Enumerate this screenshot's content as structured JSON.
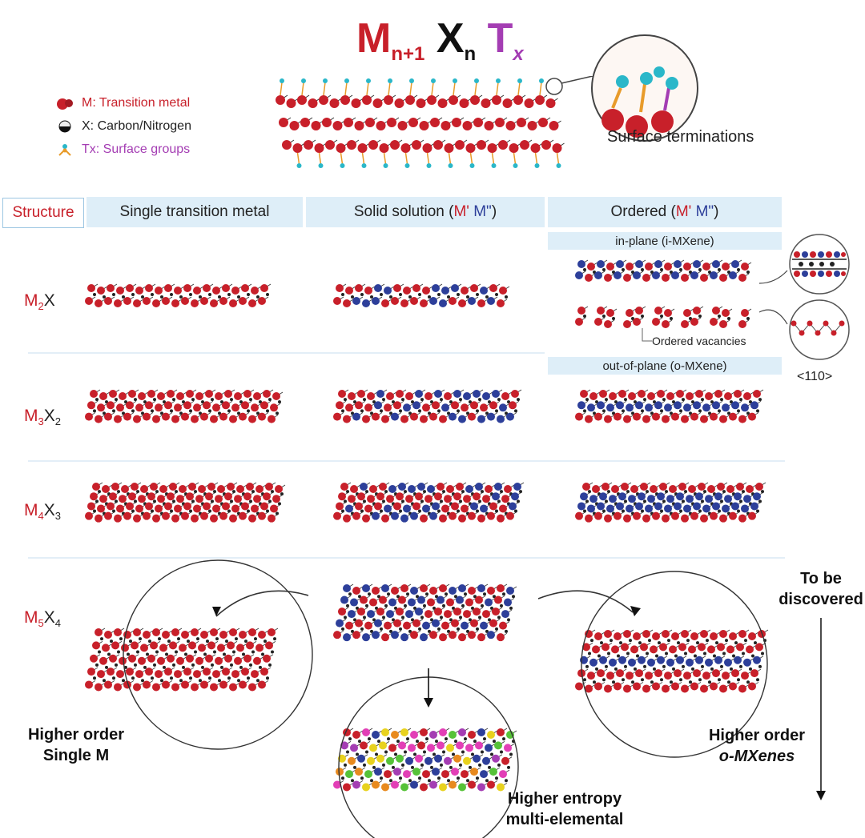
{
  "formula": {
    "M": "M",
    "M_sub": "n+1",
    "X": "X",
    "X_sub": "n",
    "T": "T",
    "T_sub": "x"
  },
  "legend": [
    {
      "icon": "red-sphere-icon",
      "label": "M: Transition metal",
      "color": "#c8202a"
    },
    {
      "icon": "half-black-sphere-icon",
      "label": "X: Carbon/Nitrogen",
      "color": "#222222"
    },
    {
      "icon": "surface-group-icon",
      "label": "Tx: Surface groups",
      "color": "#a43db3"
    }
  ],
  "surface_terminations": "Surface terminations",
  "headers": {
    "structure": "Structure",
    "single": "Single transition metal",
    "solid_prefix": "Solid solution (",
    "solid_m1": "M'",
    "solid_m2": "M\"",
    "solid_suffix": ")",
    "ordered_prefix": "Ordered (",
    "ordered_m1": "M'",
    "ordered_m2": "M\"",
    "ordered_suffix": ")",
    "in_plane": "in-plane (i-MXene)",
    "out_of_plane": "out-of-plane (o-MXene)"
  },
  "rows": [
    {
      "M": "M",
      "M_sub": "2",
      "X": "X",
      "X_sub": ""
    },
    {
      "M": "M",
      "M_sub": "3",
      "X": "X",
      "X_sub": "2"
    },
    {
      "M": "M",
      "M_sub": "4",
      "X": "X",
      "X_sub": "3"
    },
    {
      "M": "M",
      "M_sub": "5",
      "X": "X",
      "X_sub": "4"
    }
  ],
  "ordered_vacancies": "Ordered vacancies",
  "direction": "<110>",
  "to_be_discovered": [
    "To be",
    "discovered"
  ],
  "higher_order_single": [
    "Higher order",
    "Single M"
  ],
  "higher_order_o": [
    "Higher order",
    "o-MXenes"
  ],
  "higher_entropy": [
    "Higher entropy",
    "multi-elemental"
  ],
  "colors": {
    "metal": "#c8202a",
    "metal2": "#2d3f9a",
    "carbon": "#222222",
    "termination": "#2ab7c9",
    "header_bg": "#deeef8"
  }
}
